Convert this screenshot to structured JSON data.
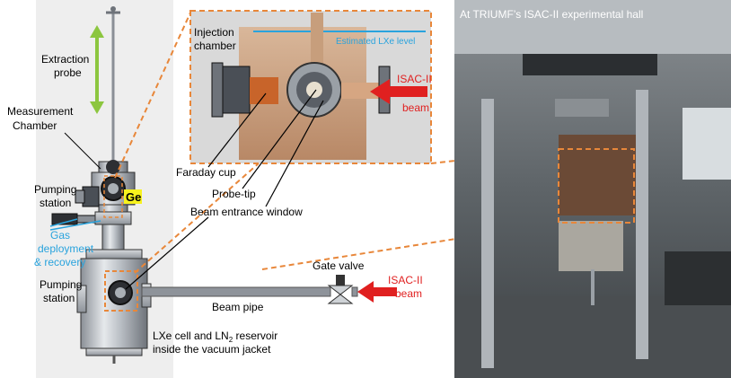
{
  "labels": {
    "extraction_probe": [
      "Extraction",
      "probe"
    ],
    "measurement_chamber": [
      "Measurement",
      "Chamber"
    ],
    "ge": "Ge",
    "pumping_station_top": [
      "Pumping",
      "station"
    ],
    "gas_deployment": [
      "Gas",
      "deployment",
      "& recovery"
    ],
    "pumping_station_bottom": [
      "Pumping",
      "station"
    ],
    "beam_pipe": "Beam pipe",
    "gate_valve": "Gate valve",
    "isac_beam_main": [
      "ISAC-II",
      "beam"
    ],
    "lxe_cell": [
      "LXe cell and LN",
      "2",
      " reservoir",
      "inside the vacuum jacket"
    ],
    "injection_chamber": [
      "Injection",
      "chamber"
    ],
    "estimated_lxe_level": "Estimated LXe level",
    "isac_beam_inset": [
      "ISAC-II",
      "beam"
    ],
    "faraday_cup": "Faraday cup",
    "probe_tip": "Probe-tip",
    "beam_entrance_window": "Beam entrance window",
    "photo_caption": "At TRIUMF’s ISAC-II experimental hall"
  },
  "colors": {
    "orange_dash": "#e8873a",
    "red_arrow": "#e02020",
    "green_arrow": "#8cc63f",
    "blue_text": "#29a3dd",
    "highlight": "#f7f21e"
  }
}
